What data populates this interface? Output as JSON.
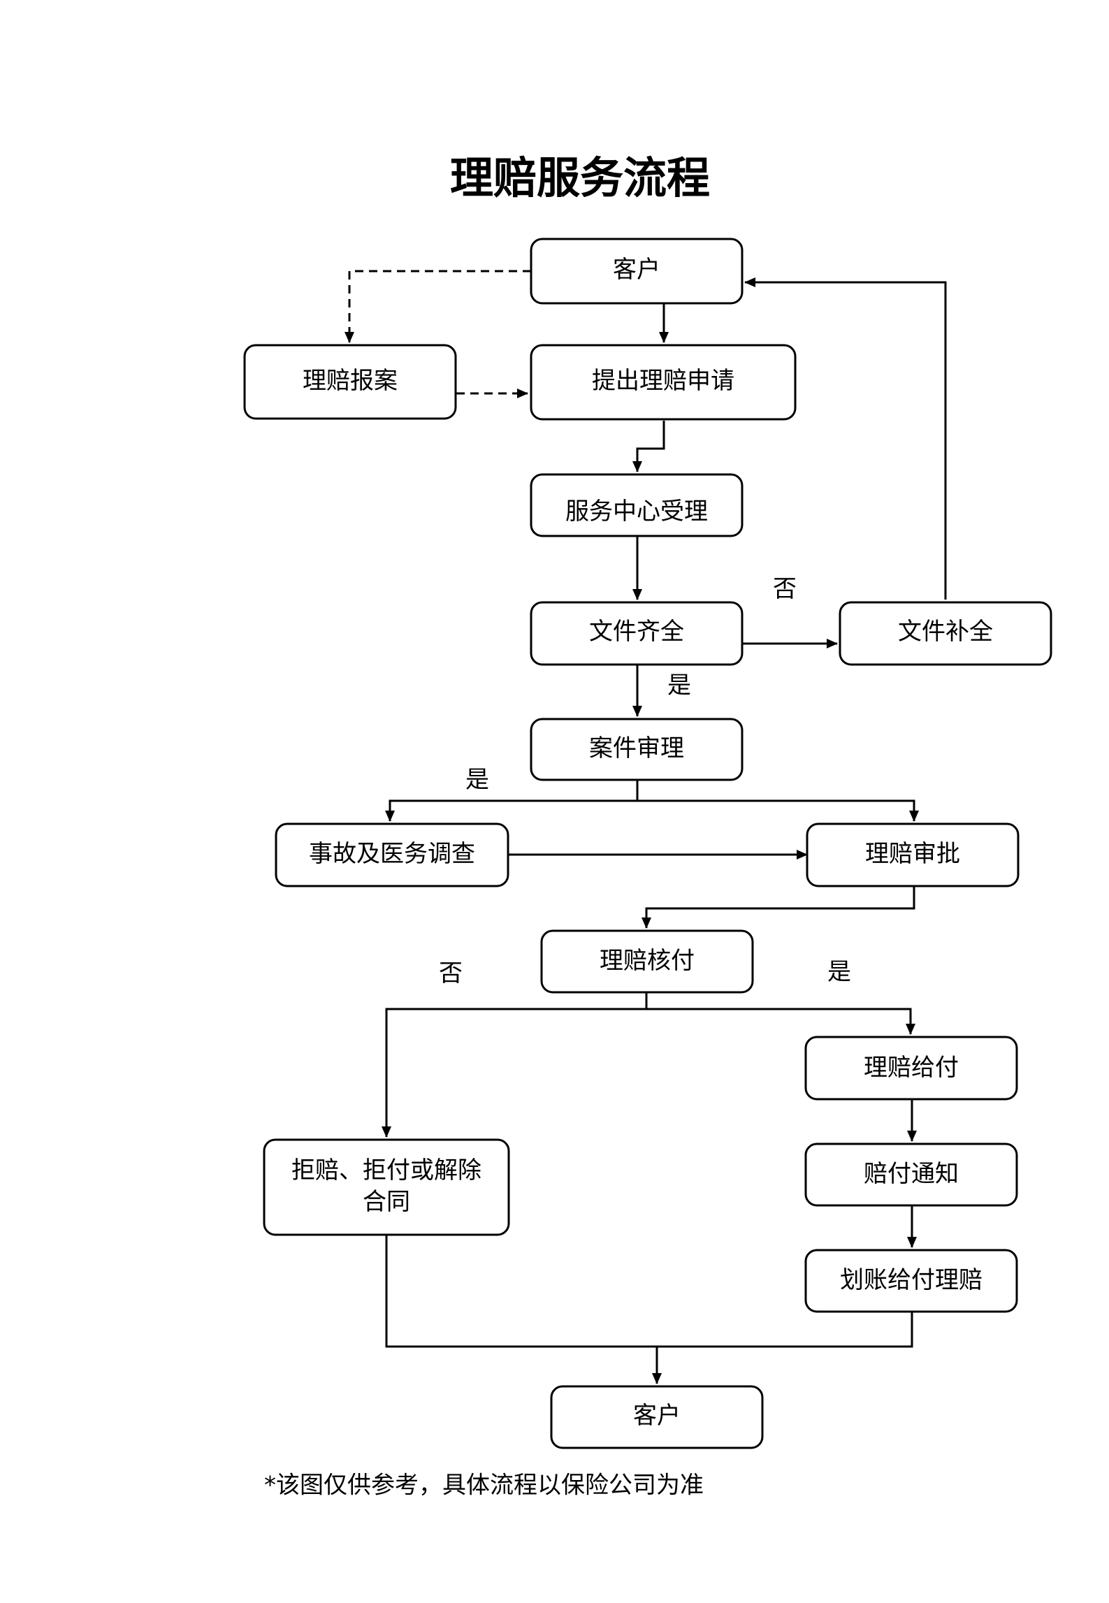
{
  "title": "理赔服务流程",
  "nodes": {
    "customer_top": "客户",
    "claim_report": "理赔报案",
    "submit_claim": "提出理赔申请",
    "service_center": "服务中心受理",
    "docs_complete": "文件齐全",
    "docs_supplement": "文件补全",
    "case_review": "案件审理",
    "investigation": "事故及医务调查",
    "claim_approval": "理赔审批",
    "claim_verify": "理赔核付",
    "claim_payment": "理赔给付",
    "reject_line1": "拒赔、拒付或解除",
    "reject_line2": "合同",
    "payment_notice": "赔付通知",
    "transfer_payment": "划账给付理赔",
    "customer_bottom": "客户"
  },
  "edge_labels": {
    "docs_no": "否",
    "docs_yes": "是",
    "review_yes": "是",
    "verify_no": "否",
    "verify_yes": "是"
  },
  "footnote": "*该图仅供参考，具体流程以保险公司为准"
}
